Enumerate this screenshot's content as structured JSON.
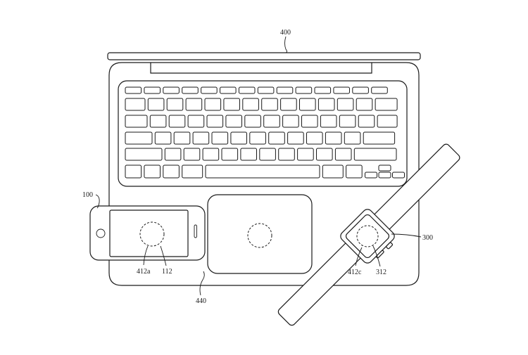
{
  "labels": {
    "laptop": "400",
    "phone": "100",
    "phone_coil": "412a",
    "phone_screen": "112",
    "base_surface": "440",
    "watch": "300",
    "watch_coil": "412c",
    "watch_display": "312"
  },
  "colors": {
    "line": "#1a1a1a",
    "background": "#ffffff"
  }
}
